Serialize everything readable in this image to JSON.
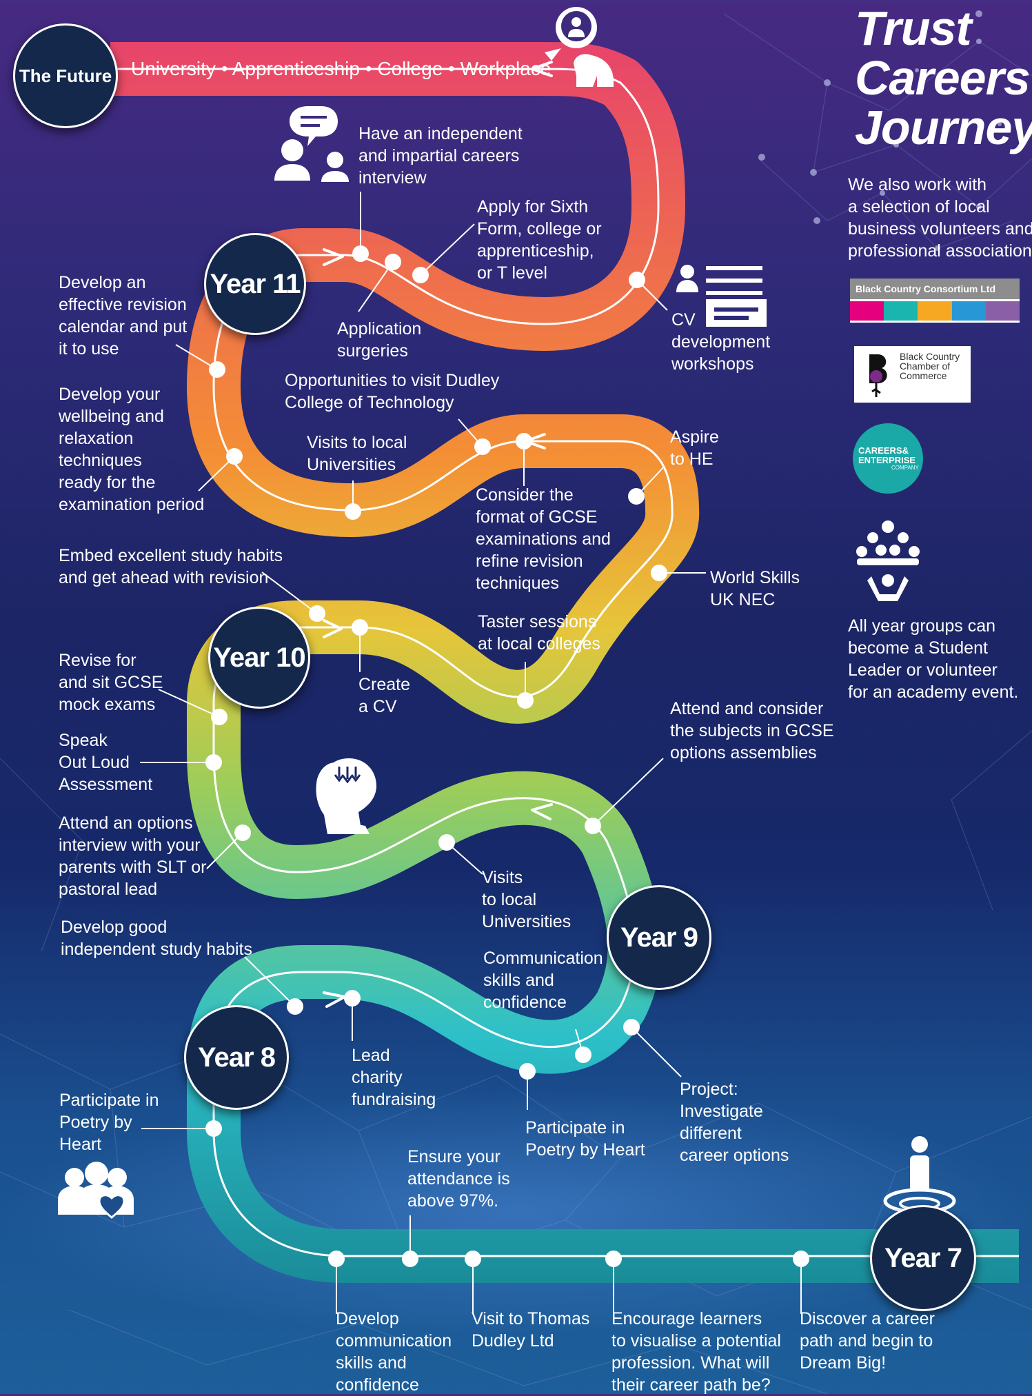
{
  "title": {
    "line1": "Trust",
    "line2": "Careers",
    "line3": "Journey"
  },
  "future": {
    "badge": "The Future",
    "path": "University • Apprenticeship • College • Workplace"
  },
  "years": {
    "y7": "Year 7",
    "y8": "Year 8",
    "y9": "Year 9",
    "y10": "Year 10",
    "y11": "Year 11"
  },
  "side": {
    "intro": [
      "We also work with",
      "a selection of local",
      "business volunteers and",
      "professional associations."
    ],
    "leader": [
      "All year groups can",
      "become a Student",
      "Leader or volunteer",
      "for an academy event."
    ]
  },
  "logos": {
    "bcc_name": "Black Country Consortium Ltd",
    "bcc_colors": [
      "#e5007e",
      "#1bb5b0",
      "#f7a823",
      "#2897d5",
      "#8a5fa8"
    ],
    "chamber": "Black Country\nChamber of\nCommerce",
    "cec": "CAREERS&\nENTERPRISE",
    "cec_small": "COMPANY"
  },
  "road_colors": {
    "top": "#e8456a",
    "mid": "#f48f35",
    "y10": "#e6c53a",
    "y9": "#9ccd5a",
    "y8": "#2dc0c9",
    "bottom": "#1a8c99"
  },
  "steps": {
    "s1": [
      "Develop",
      "communication",
      "skills and",
      "confidence"
    ],
    "s2": [
      "Ensure your",
      "attendance is",
      "above 97%."
    ],
    "s3": [
      "Visit to Thomas",
      "Dudley Ltd"
    ],
    "s4": [
      "Encourage learners",
      "to visualise a potential",
      "profession. What will",
      "their career path be?"
    ],
    "s5": [
      "Discover a career",
      "path and begin to",
      "Dream Big!"
    ],
    "s6": [
      "Participate in",
      "Poetry by",
      "Heart"
    ],
    "s7": [
      "Develop good",
      "independent study habits"
    ],
    "s8": [
      "Lead",
      "charity",
      "fundraising"
    ],
    "s9": [
      "Participate in",
      "Poetry by Heart"
    ],
    "s10": [
      "Communication",
      "skills and",
      "confidence"
    ],
    "s11": [
      "Project:",
      "Investigate",
      "different",
      "career options"
    ],
    "s12": [
      "Visits",
      "to local",
      "Universities"
    ],
    "s13": [
      "Attend and consider",
      "the subjects in GCSE",
      "options assemblies"
    ],
    "s14": [
      "Attend an options",
      "interview with your",
      "parents with SLT or",
      "pastoral lead"
    ],
    "s15": [
      "Speak",
      "Out Loud",
      "Assessment"
    ],
    "s16": [
      "Revise for",
      "and sit GCSE",
      "mock exams"
    ],
    "s17": [
      "Embed excellent study habits",
      "and get ahead with revision"
    ],
    "s18": [
      "Create",
      "a CV"
    ],
    "s19": [
      "Taster sessions",
      "at local colleges"
    ],
    "s20": [
      "World Skills",
      "UK NEC"
    ],
    "s21": [
      "Consider the",
      "format of GCSE",
      "examinations and",
      "refine revision",
      "techniques"
    ],
    "s22": [
      "Aspire",
      "to HE"
    ],
    "s23": [
      "Visits to local",
      "Universities"
    ],
    "s24": [
      "Opportunities to visit Dudley",
      "College of Technology"
    ],
    "s25": [
      "Develop your",
      "wellbeing and",
      "relaxation",
      "techniques",
      "ready for the",
      "examination period"
    ],
    "s26": [
      "Develop an",
      "effective revision",
      "calendar and put",
      "it to use"
    ],
    "s27": [
      "Application",
      "surgeries"
    ],
    "s28": [
      "Apply for Sixth",
      "Form, college or",
      "apprenticeship,",
      "or T level"
    ],
    "s29": [
      "Have an independent",
      "and impartial careers",
      "interview"
    ],
    "s30": [
      "CV",
      "development",
      "workshops"
    ]
  }
}
